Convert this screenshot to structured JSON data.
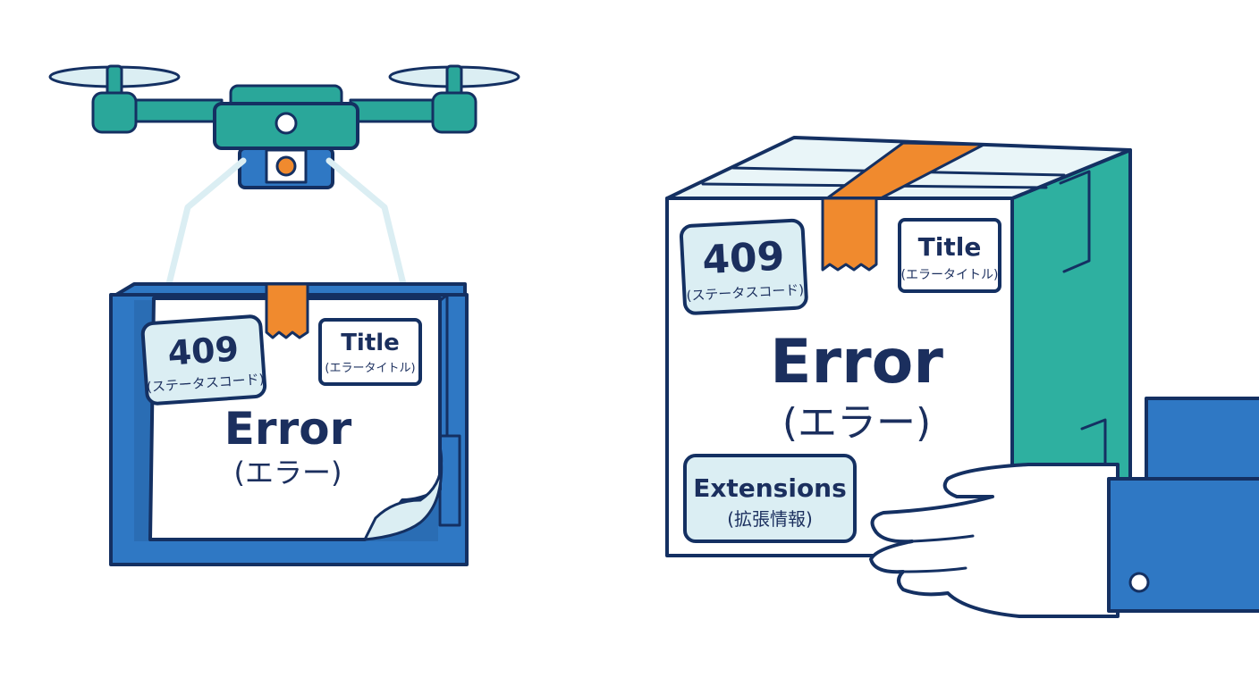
{
  "colors": {
    "ink": "#143062",
    "drone_teal": "#2aa79a",
    "box_blue": "#2f78c4",
    "box_teal": "#2eb0a0",
    "tape_orange": "#f08a2e",
    "label_fill": "#dbeef3",
    "paper": "#ffffff",
    "text": "#1b2f5e"
  },
  "icons": {
    "drone": "drone-icon",
    "box_left": "package-box-icon",
    "box_right": "package-box-icon",
    "hand": "hand-icon",
    "sleeve": "sleeve-icon"
  },
  "left_package": {
    "code_label": {
      "main": "409",
      "sub": "(ステータスコード)"
    },
    "title_label": {
      "main": "Title",
      "sub": "(エラータイトル)"
    },
    "error_label": {
      "main": "Error",
      "sub": "(エラー)"
    }
  },
  "right_package": {
    "code_label": {
      "main": "409",
      "sub": "(ステータスコード)"
    },
    "title_label": {
      "main": "Title",
      "sub": "(エラータイトル)"
    },
    "error_label": {
      "main": "Error",
      "sub": "(エラー)"
    },
    "extensions_label": {
      "main": "Extensions",
      "sub": "(拡張情報)"
    }
  }
}
